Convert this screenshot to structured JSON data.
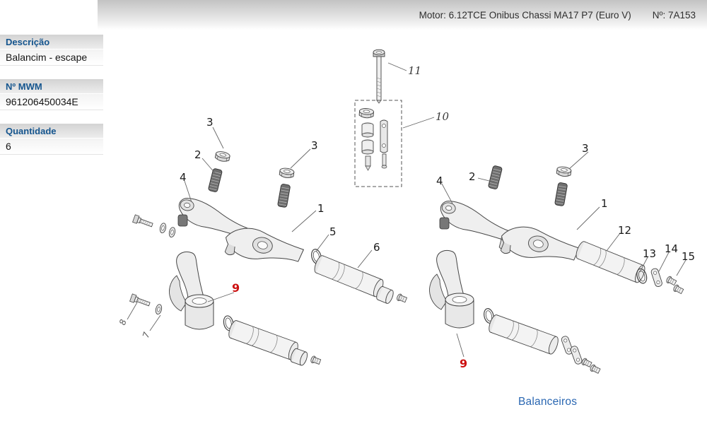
{
  "header": {
    "motor": "Motor: 6.12TCE Onibus Chassi MA17 P7 (Euro V)",
    "numero": "Nº: 7A153"
  },
  "info_panel": {
    "fields": [
      {
        "label": "Descrição",
        "value": "Balancim - escape"
      },
      {
        "label": "Nº MWM",
        "value": "961206450034E"
      },
      {
        "label": "Quantidade",
        "value": "6"
      }
    ]
  },
  "diagram": {
    "caption": "Balanceiros",
    "callouts": [
      {
        "text": "3"
      },
      {
        "text": "2"
      },
      {
        "text": "3"
      },
      {
        "text": "4"
      },
      {
        "text": "1"
      },
      {
        "text": "5"
      },
      {
        "text": "6"
      },
      {
        "text": "9"
      },
      {
        "text": "8"
      },
      {
        "text": "7"
      },
      {
        "text": "11"
      },
      {
        "text": "10"
      },
      {
        "text": "2"
      },
      {
        "text": "3"
      },
      {
        "text": "4"
      },
      {
        "text": "1"
      },
      {
        "text": "12"
      },
      {
        "text": "13"
      },
      {
        "text": "14"
      },
      {
        "text": "15"
      },
      {
        "text": "9"
      }
    ]
  },
  "colors": {
    "accent_blue": "#15558e",
    "caption_blue": "#2a67b2",
    "callout_red": "#cc1111"
  }
}
